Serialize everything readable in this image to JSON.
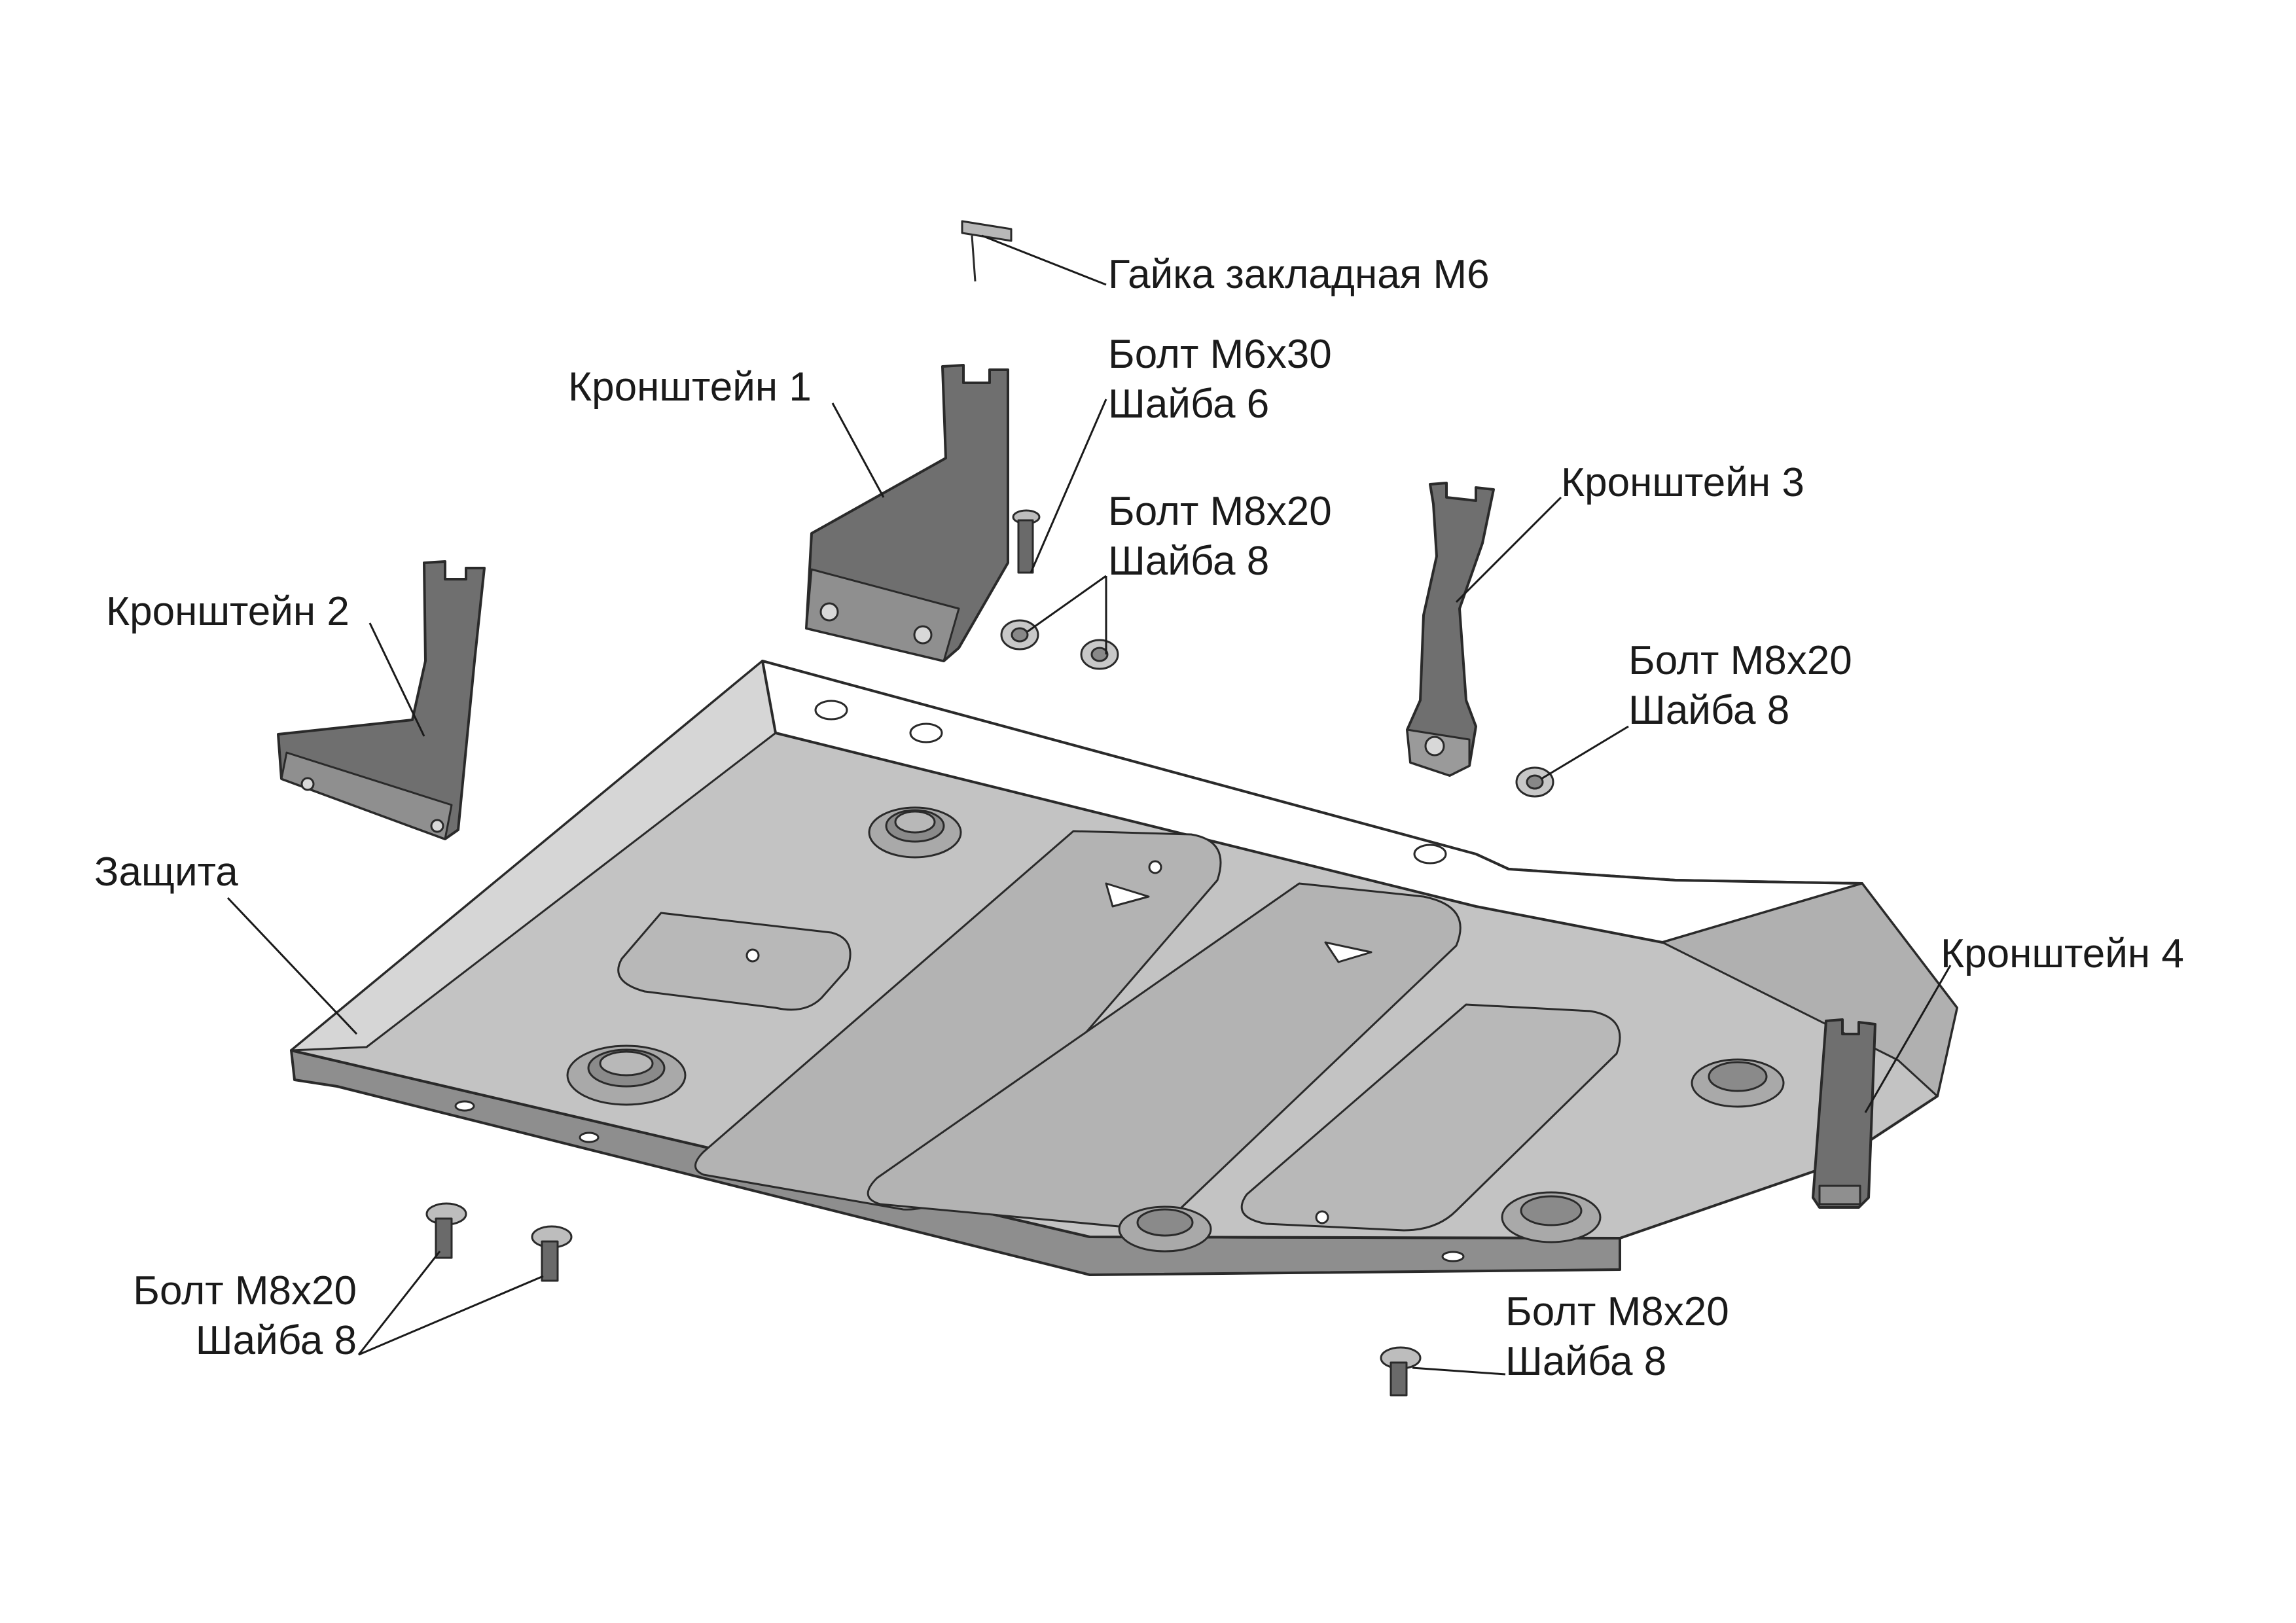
{
  "labels": {
    "nut_m6": "Гайка закладная М6",
    "bracket_1": "Кронштейн 1",
    "bracket_2": "Кронштейн 2",
    "bracket_3": "Кронштейн 3",
    "bracket_4": "Кронштейн 4",
    "guard": "Защита",
    "bolt_m6x30": "Болт М6х30",
    "washer_6": "Шайба 6",
    "bolt_m8x20_a": "Болт М8х20",
    "washer_8_a": "Шайба 8",
    "bolt_m8x20_b": "Болт М8х20",
    "washer_8_b": "Шайба 8",
    "bolt_m8x20_c": "Болт М8х20",
    "washer_8_c": "Шайба 8",
    "bolt_m8x20_d": "Болт М8х20",
    "washer_8_d": "Шайба 8"
  },
  "colors": {
    "plate_top": "#c3c3c3",
    "plate_front": "#8e8e8e",
    "plate_rear_flange": "#ffffff",
    "bracket": "#6f6f6f",
    "outline": "#2a2a2a",
    "text": "#1a1a1a"
  }
}
